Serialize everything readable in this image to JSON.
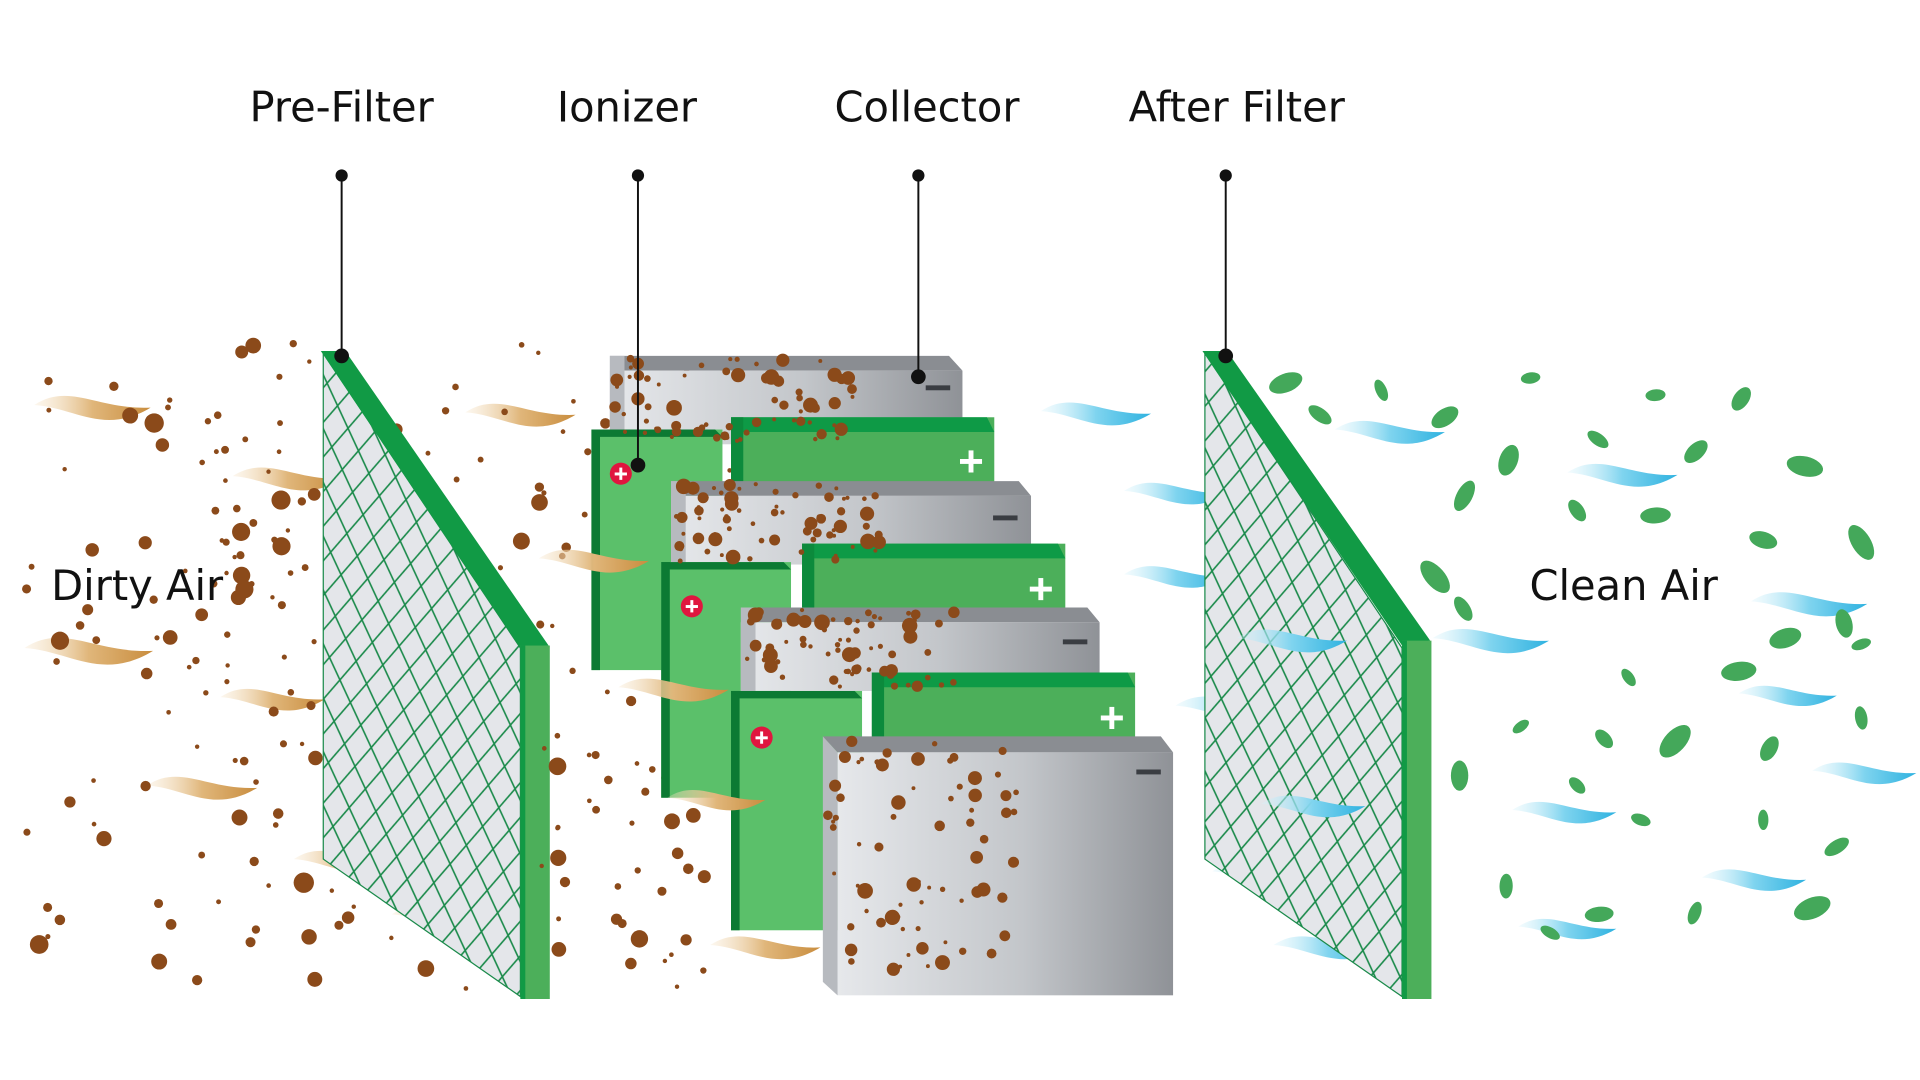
{
  "diagram": {
    "title": "Electrostatic Air Purifier Stages",
    "stage_labels": [
      {
        "id": "pre-filter",
        "label": "Pre-Filter"
      },
      {
        "id": "ionizer",
        "label": "Ionizer"
      },
      {
        "id": "collector",
        "label": "Collector"
      },
      {
        "id": "after-filter",
        "label": "After Filter"
      }
    ],
    "side_labels": {
      "input": "Dirty Air",
      "output": "Clean Air"
    },
    "plate_symbols": {
      "ionizer_charge": "+",
      "positive_plate": "+",
      "collector_plate": "−"
    },
    "colors": {
      "filter_frame": "#119a45",
      "filter_frame_side": "#4caf5a",
      "mesh_line": "#1a8a4a",
      "mesh_fill": "#e4e6ea",
      "ionizer_plate": "#5bc06a",
      "ionizer_edge": "#0c7a33",
      "positive_plate": "#4caf5a",
      "positive_plate_top": "#0e9a46",
      "collector_face": "#c9ccd0",
      "collector_top": "#8a8d92",
      "charge_badge": "#e0163f",
      "dust": "#8b4a1a",
      "dirty_wisp": "#d9a662",
      "clean_wisp": "#4ec3e8",
      "leaf": "#44a85a"
    }
  }
}
